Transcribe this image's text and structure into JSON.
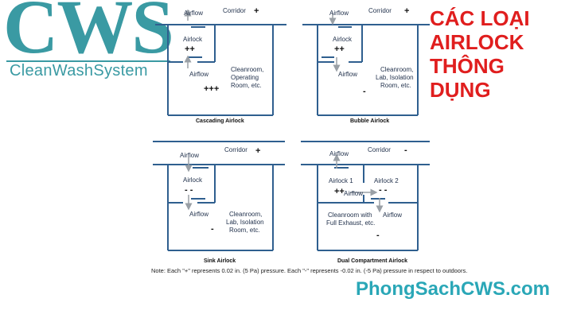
{
  "logo": {
    "mark": "CWS",
    "subtitle": "CleanWashSystem"
  },
  "title_lines": [
    "CÁC LOẠI",
    "AIRLOCK",
    "THÔNG",
    "DỤNG"
  ],
  "diagrams": [
    {
      "caption": "Cascading Airlock",
      "airflow_top": "Airflow",
      "corridor": "Corridor",
      "corridor_sign": "+",
      "airlock": "Airlock",
      "airlock_sign": "++",
      "airflow_mid": "Airflow",
      "room": [
        "Cleanroom,",
        "Operating",
        "Room, etc."
      ],
      "room_sign": "+++"
    },
    {
      "caption": "Bubble Airlock",
      "airflow_top": "Airflow",
      "corridor": "Corridor",
      "corridor_sign": "+",
      "airlock": "Airlock",
      "airlock_sign": "++",
      "airflow_mid": "Airflow",
      "room": [
        "Cleanroom,",
        "Lab, Isolation",
        "Room, etc."
      ],
      "room_sign": "-"
    },
    {
      "caption": "Sink Airlock",
      "airflow_top": "Airflow",
      "corridor": "Corridor",
      "corridor_sign": "+",
      "airlock": "Airlock",
      "airlock_sign": "- -",
      "airflow_mid": "Airflow",
      "room": [
        "Cleanroom,",
        "Lab, Isolation",
        "Room, etc."
      ],
      "room_sign": "-"
    },
    {
      "caption": "Dual Compartment Airlock",
      "airflow_top": "Airflow",
      "corridor": "Corridor",
      "corridor_sign": "-",
      "airlock1": "Airlock 1",
      "airlock1_sign": "++",
      "airflow_between": "Airflow",
      "airlock2": "Airlock 2",
      "airlock2_sign": "- -",
      "airflow_right": "Airflow",
      "room": [
        "Cleanroom with",
        "Full Exhaust, etc."
      ],
      "room_sign": "-"
    }
  ],
  "note": "Note: Each \"+\" represents 0.02 in. (5 Pa) pressure. Each \"-\" represents -0.02 in. (-5 Pa) pressure in respect to outdoors.",
  "website": "PhongSachCWS.com",
  "colors": {
    "logo": "#3a9aa3",
    "title": "#e01e1e",
    "website": "#2aa7b7",
    "wall": "#2f5f8f",
    "arrow": "#9aa0a6"
  }
}
